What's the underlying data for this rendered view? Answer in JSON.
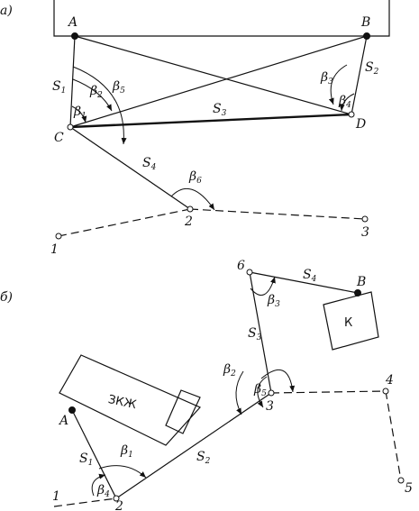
{
  "panel_a": {
    "label": "а)",
    "points": {
      "A": "A",
      "B": "B",
      "C": "C",
      "D": "D",
      "p1": "1",
      "p2": "2",
      "p3": "3"
    },
    "sides": {
      "S1": "S",
      "S1_sub": "1",
      "S2": "S",
      "S2_sub": "2",
      "S3": "S",
      "S3_sub": "3",
      "S4": "S",
      "S4_sub": "4"
    },
    "angles": {
      "b1": "β",
      "b1_sub": "1",
      "b2": "β",
      "b2_sub": "2",
      "b3": "β",
      "b3_sub": "3",
      "b4": "β",
      "b4_sub": "4",
      "b5": "β",
      "b5_sub": "5",
      "b6": "β",
      "b6_sub": "6"
    }
  },
  "panel_b": {
    "label": "б)",
    "points": {
      "A": "A",
      "B": "B",
      "p1": "1",
      "p2": "2",
      "p3": "3",
      "p4": "4",
      "p5": "5",
      "p6": "6"
    },
    "sides": {
      "S1": "S",
      "S1_sub": "1",
      "S2": "S",
      "S2_sub": "2",
      "S3": "S",
      "S3_sub": "3",
      "S4": "S",
      "S4_sub": "4"
    },
    "angles": {
      "b1": "β",
      "b1_sub": "1",
      "b2": "β",
      "b2_sub": "2",
      "b3": "β",
      "b3_sub": "3",
      "b4": "β",
      "b4_sub": "4",
      "b5": "β",
      "b5_sub": "5"
    },
    "buildings": {
      "zkzh": "ЗКЖ",
      "k": "К"
    }
  }
}
